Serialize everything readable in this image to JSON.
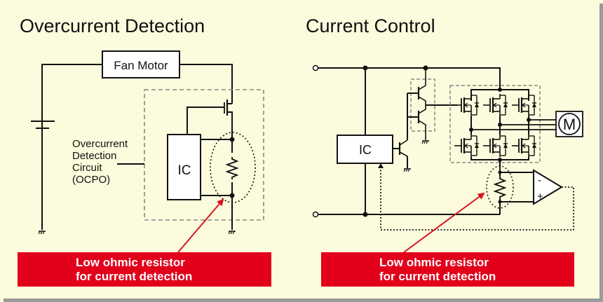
{
  "panels": [
    {
      "title": "Overcurrent Detection",
      "components": {
        "motor_label": "Fan Motor",
        "ic_label": "IC",
        "circuit_label_lines": [
          "Overcurrent",
          "Detection",
          "Circuit",
          "(OCPO)"
        ]
      },
      "callout": {
        "lines": [
          "Low ohmic resistor",
          "for current detection"
        ]
      }
    },
    {
      "title": "Current Control",
      "components": {
        "ic_label": "IC",
        "motor_symbol": "M",
        "opamp_minus": "-",
        "opamp_plus": "+"
      },
      "callout": {
        "lines": [
          "Low ohmic resistor",
          "for current detection"
        ]
      }
    }
  ],
  "colors": {
    "background": "#fdfbdd",
    "callout": "#e2001a",
    "arrow": "#d4141e",
    "dashed_box": "#888888"
  }
}
